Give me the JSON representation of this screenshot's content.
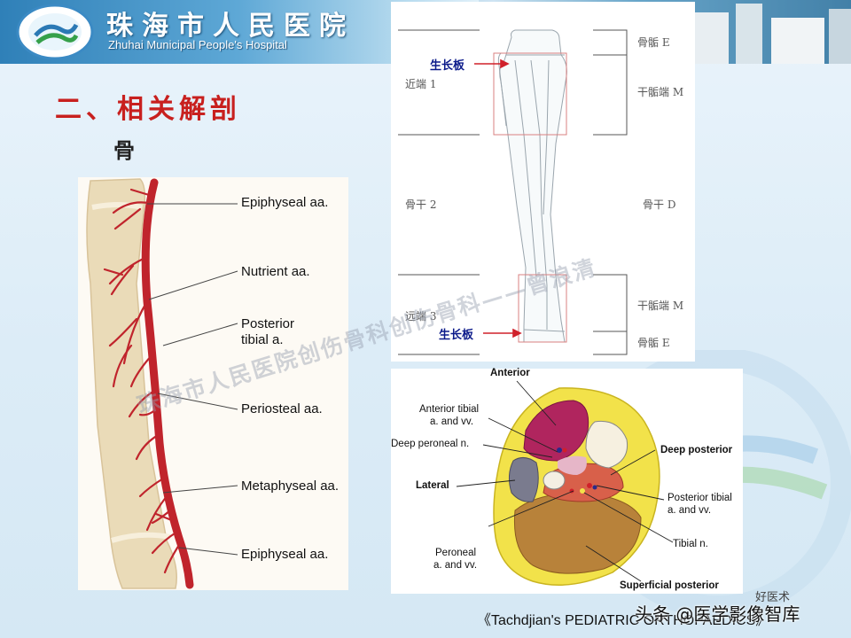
{
  "header": {
    "hospital_name_cn": "珠海市人民医院",
    "hospital_name_en": "Zhuhai Municipal People's Hospital"
  },
  "slide": {
    "title": "二、相关解剖",
    "subtitle": "骨"
  },
  "vessel_diagram": {
    "labels": [
      "Epiphyseal aa.",
      "Nutrient aa.",
      "Posterior",
      "tibial a.",
      "Periosteal aa.",
      "Metaphyseal aa.",
      "Epiphyseal aa."
    ]
  },
  "bone_diagram": {
    "growth_plate": "生长板",
    "left_segments": [
      "近端 1",
      "骨干 2",
      "远端 3"
    ],
    "right_segments": [
      "骨骺 E",
      "干骺端 M",
      "骨干 D",
      "干骺端 M",
      "骨骺 E"
    ]
  },
  "cross_section": {
    "labels": [
      "Anterior",
      "Anterior tibial",
      "a. and vv.",
      "Deep peroneal n.",
      "Lateral",
      "Peroneal",
      "a. and vv.",
      "Deep posterior",
      "Posterior tibial",
      "a. and vv.",
      "Tibial n.",
      "Superficial posterior"
    ]
  },
  "footer": {
    "caption": "《Tachdjian's PEDIATRIC ORTHOPAEDICS》",
    "source_watermark": "头条 @医学影像智库",
    "brand_watermark": "好医术"
  },
  "watermark": {
    "diagonal": "珠海市人民医院创伤骨科创伤骨科——曾浪清"
  },
  "colors": {
    "title": "#c8201e",
    "artery": "#c0242c",
    "growth_plate_label": "#0b1a8a",
    "arrow": "#d0202a",
    "bone": "#eadbb8"
  }
}
